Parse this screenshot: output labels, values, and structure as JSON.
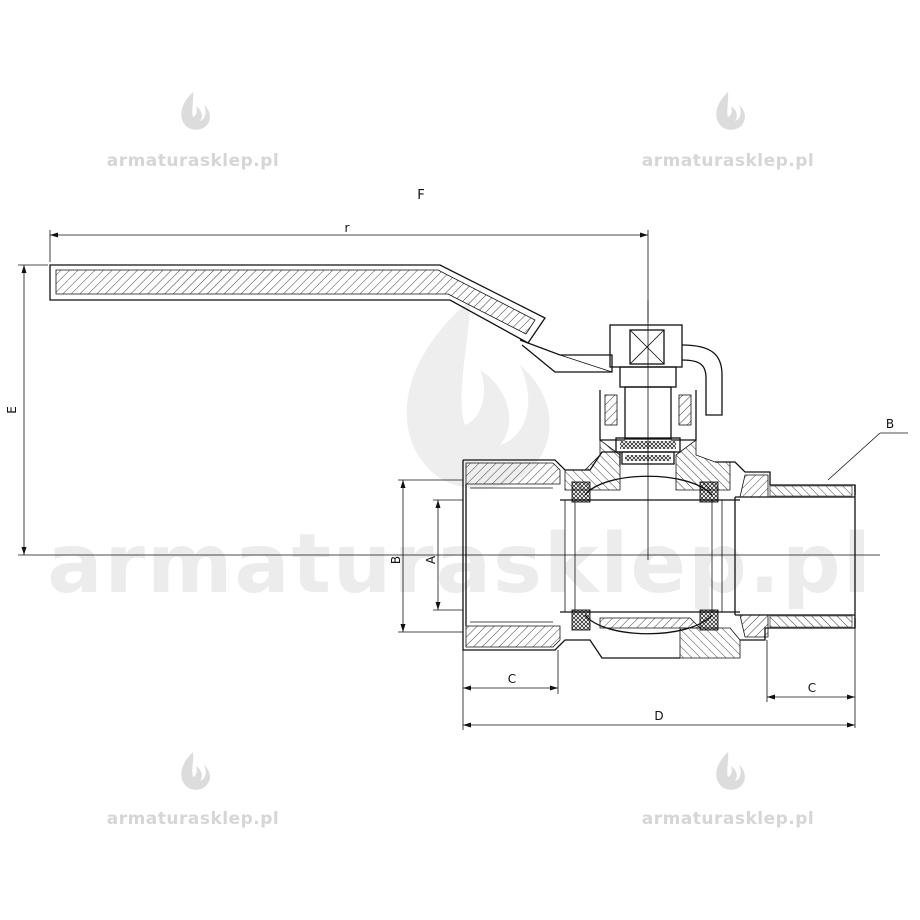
{
  "watermark": {
    "text": "armaturasklep.pl"
  },
  "labels": {
    "F": "F",
    "r": "r",
    "E": "E",
    "B_outer": "B",
    "A": "A",
    "B_thread": "B",
    "C_left": "C",
    "C_right": "C",
    "D": "D"
  }
}
